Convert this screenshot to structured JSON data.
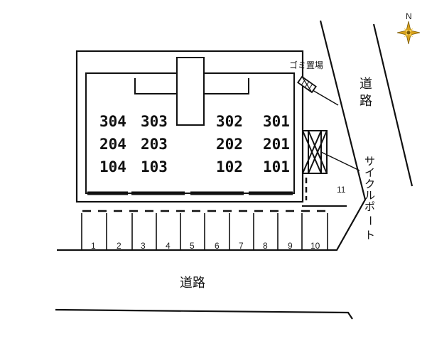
{
  "compass": {
    "label": "N",
    "icon": "compass-icon"
  },
  "roads": {
    "east": [
      "道",
      "路"
    ],
    "south": "道路"
  },
  "garbage_area": {
    "label": "ゴミ置場"
  },
  "cycle_port": {
    "label": [
      "サ",
      "イ",
      "ク",
      "ル",
      "ポ",
      "ー",
      "ト"
    ]
  },
  "units": {
    "left": [
      [
        "304",
        "303"
      ],
      [
        "204",
        "203"
      ],
      [
        "104",
        "103"
      ]
    ],
    "right": [
      [
        "302",
        "301"
      ],
      [
        "202",
        "201"
      ],
      [
        "102",
        "101"
      ]
    ]
  },
  "parking": [
    "1",
    "2",
    "3",
    "4",
    "5",
    "6",
    "7",
    "8",
    "9",
    "10"
  ],
  "extra_parking": "11"
}
